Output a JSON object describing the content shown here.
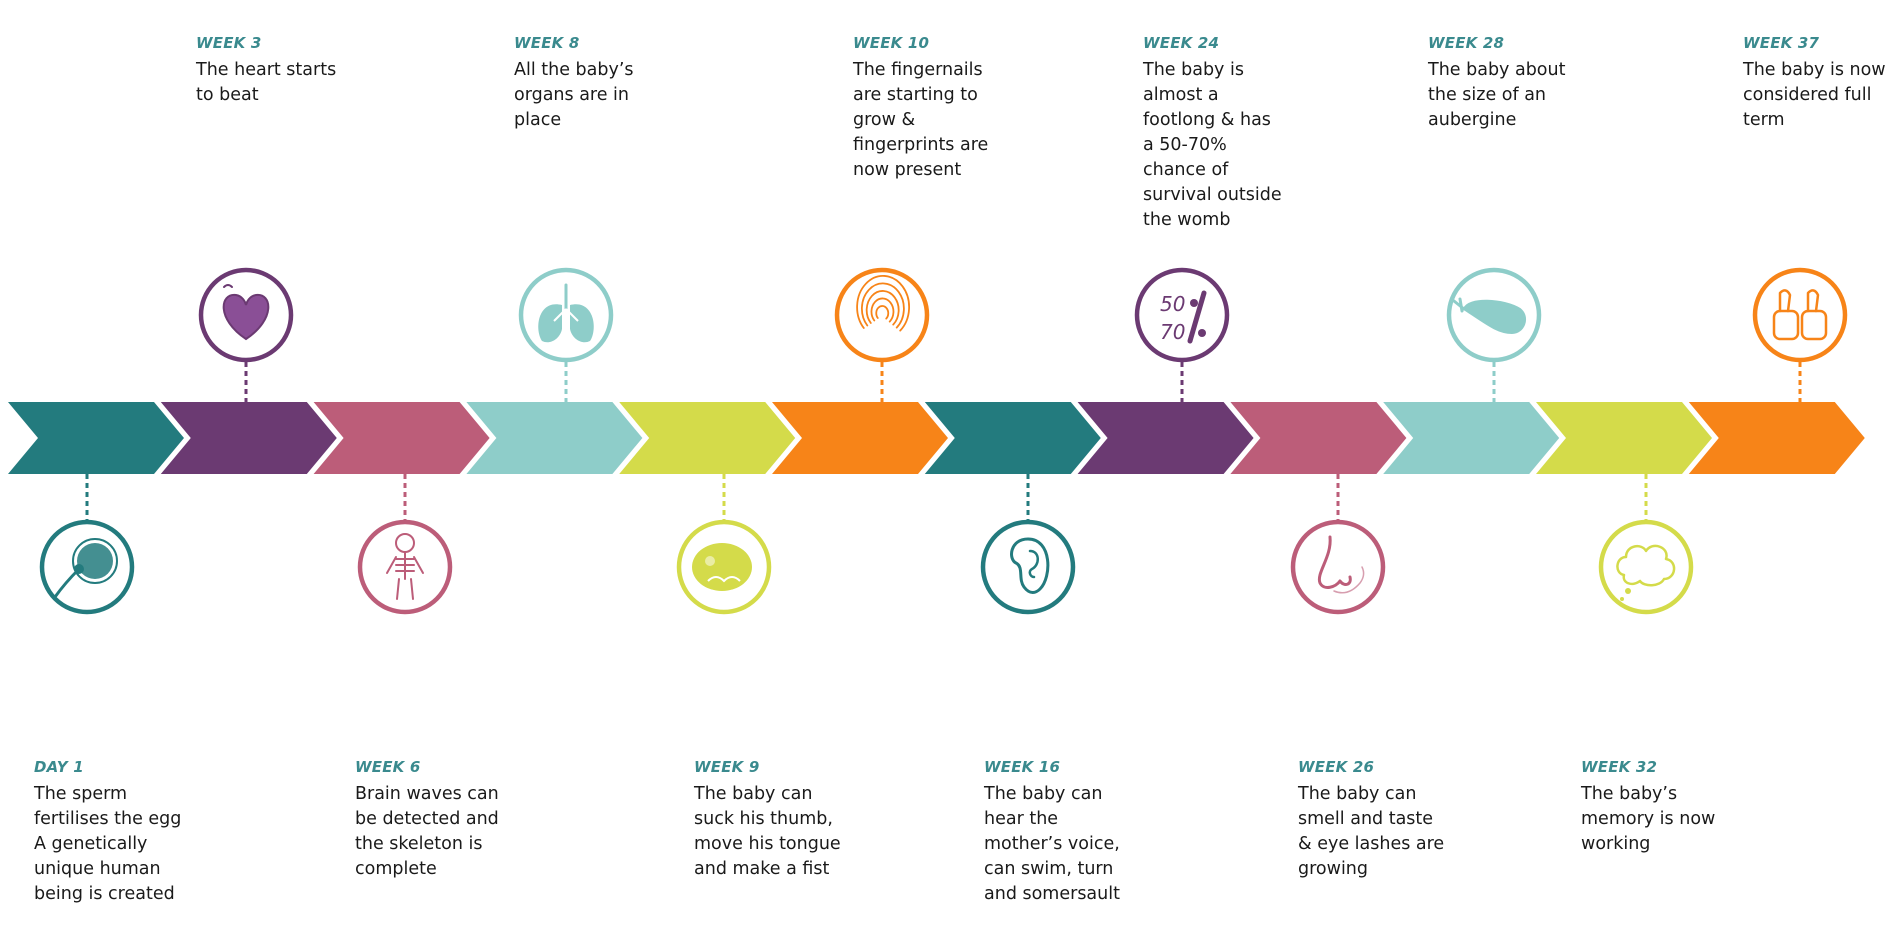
{
  "milestones": [
    {
      "id": "day-1",
      "label": "DAY 1",
      "description": "The sperm\nfertilises the egg\nA genetically\nunique human\nbeing is created",
      "icon": "sperm-egg-icon",
      "color": "#237b7e",
      "position": "below"
    },
    {
      "id": "week-3",
      "label": "WEEK 3",
      "description": "The heart starts\nto beat",
      "icon": "heart-icon",
      "color": "#6b3a72",
      "position": "above"
    },
    {
      "id": "week-6",
      "label": "WEEK 6",
      "description": "Brain waves can\nbe detected and\nthe skeleton is\ncomplete",
      "icon": "skeleton-icon",
      "color": "#bc5d79",
      "position": "below"
    },
    {
      "id": "week-8",
      "label": "WEEK 8",
      "description": "All the baby’s\norgans are in\nplace",
      "icon": "lungs-icon",
      "color": "#8ecdc9",
      "position": "above"
    },
    {
      "id": "week-9",
      "label": "WEEK 9",
      "description": "The baby can\nsuck his thumb,\nmove his tongue\nand make a fist",
      "icon": "fist-icon",
      "color": "#d4db4a",
      "position": "below"
    },
    {
      "id": "week-10",
      "label": "WEEK 10",
      "description": "The fingernails\nare starting to\ngrow &\nfingerprints are\nnow present",
      "icon": "fingerprint-icon",
      "color": "#f78418",
      "position": "above"
    },
    {
      "id": "week-16",
      "label": "WEEK 16",
      "description": "The baby can\nhear the\nmother’s voice,\ncan swim, turn\nand somersault",
      "icon": "ear-icon",
      "color": "#237b7e",
      "position": "below"
    },
    {
      "id": "week-24",
      "label": "WEEK 24",
      "description": "The baby is\nalmost a\nfootlong & has\na 50-70%\nchance of\nsurvival outside\nthe womb",
      "icon": "percent-icon",
      "color": "#6b3a72",
      "position": "above"
    },
    {
      "id": "week-26",
      "label": "WEEK 26",
      "description": "The baby can\nsmell and taste\n& eye lashes are\ngrowing",
      "icon": "nose-icon",
      "color": "#bc5d79",
      "position": "below"
    },
    {
      "id": "week-28",
      "label": "WEEK 28",
      "description": "The baby about\nthe size of an\naubergine",
      "icon": "aubergine-icon",
      "color": "#8ecdc9",
      "position": "above"
    },
    {
      "id": "week-32",
      "label": "WEEK 32",
      "description": "The baby’s\nmemory is now\nworking",
      "icon": "thought-cloud-icon",
      "color": "#d4db4a",
      "position": "below"
    },
    {
      "id": "week-37",
      "label": "WEEK 37",
      "description": "The baby is now\nconsidered full\nterm",
      "icon": "thumbs-up-icon",
      "color": "#f78418",
      "position": "above"
    }
  ],
  "percent_icon": {
    "top": "50",
    "bottom": "70"
  },
  "colors": {
    "label": "#3a8a8e",
    "text": "#1a1a1a",
    "teal": "#237b7e",
    "purple": "#6b3a72",
    "pink": "#bc5d79",
    "aqua": "#8ecdc9",
    "lime": "#d4db4a",
    "orange": "#f78418"
  }
}
